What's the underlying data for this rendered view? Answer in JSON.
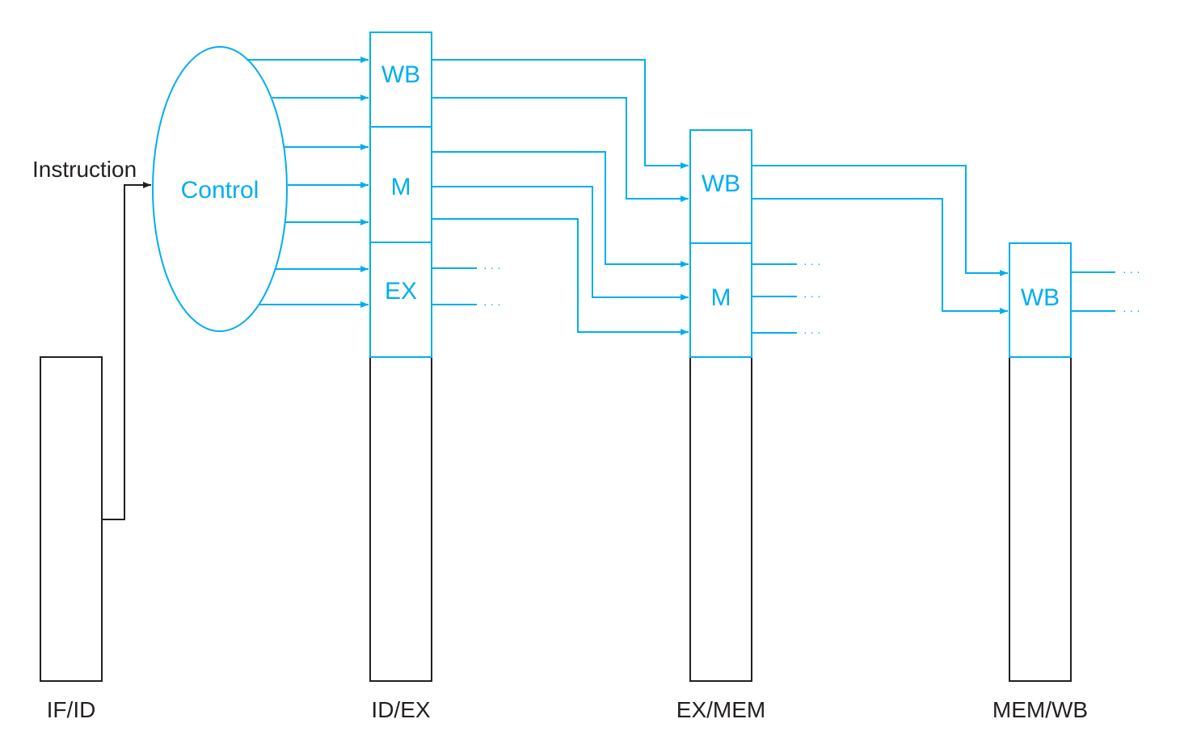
{
  "colors": {
    "control": "#00aeef",
    "datapath": "#231f20",
    "background": "#ffffff"
  },
  "labels": {
    "instruction": "Instruction",
    "control": "Control",
    "if_id": "IF/ID",
    "id_ex": "ID/EX",
    "ex_mem": "EX/MEM",
    "mem_wb": "MEM/WB",
    "idex_wb": "WB",
    "idex_m": "M",
    "idex_ex": "EX",
    "exmem_wb": "WB",
    "exmem_m": "M",
    "memwb_wb": "WB",
    "ellipsis": "· · ·"
  }
}
